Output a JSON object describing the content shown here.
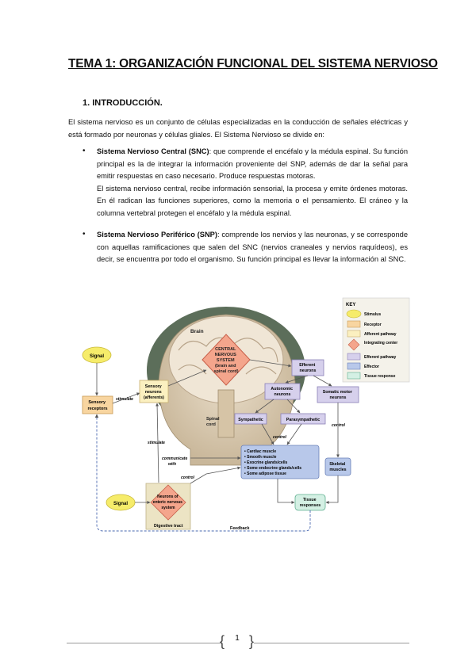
{
  "title": "TEMA 1: ORGANIZACIÓN FUNCIONAL DEL SISTEMA NERVIOSO",
  "section": "1.   INTRODUCCIÓN.",
  "intro": "El sistema nervioso es un conjunto de células especializadas en la conducción de señales eléctricas y está formado por neuronas y células gliales. El Sistema Nervioso se divide en:",
  "bullets": [
    {
      "term": "Sistema Nervioso Central (SNC)",
      "text": ": que comprende el encéfalo y la médula espinal. Su función principal es la de integrar la información proveniente del SNP, además de dar la señal para emitir respuestas en caso necesario. Produce respuestas motoras.",
      "text2": "El sistema nervioso central, recibe información sensorial, la procesa y emite órdenes motoras. En él radican las funciones superiores, como la memoria o el pensamiento. El cráneo y la columna vertebral protegen el encéfalo y la médula espinal."
    },
    {
      "term": "Sistema Nervioso Periférico (SNP)",
      "text": ": comprende los nervios y las neuronas, y se corresponde con aquellas ramificaciones que salen del SNC (nervios craneales y nervios raquídeos), es decir, se encuentra por todo el organismo. Su función principal es llevar la información al SNC."
    }
  ],
  "diagram": {
    "key_title": "KEY",
    "key_items": [
      "Stimulus",
      "Receptor",
      "Afferent pathway",
      "Integrating center",
      "Efferent pathway",
      "Effector",
      "Tissue response"
    ],
    "brain": "Brain",
    "cns": [
      "CENTRAL",
      "NERVOUS",
      "SYSTEM",
      "(brain and",
      "spinal cord)"
    ],
    "signal_top": "Signal",
    "sensory_receptors": [
      "Sensory",
      "receptors"
    ],
    "stimulate": "stimulate",
    "sensory_neurons": [
      "Sensory",
      "neurons",
      "(afferents)"
    ],
    "efferent_neurons": [
      "Efferent",
      "neurons"
    ],
    "autonomic": [
      "Autonomic",
      "neurons"
    ],
    "somatic": [
      "Somatic motor",
      "neurons"
    ],
    "spinal": [
      "Spinal",
      "cord"
    ],
    "sympathetic": "Sympathetic",
    "parasympathetic": "Parasympathetic",
    "control1": "control",
    "control2": "control",
    "control3": "control",
    "stimulate2": "stimulate",
    "communicate": [
      "communicate",
      "with"
    ],
    "effectors": [
      "• Cardiac muscle",
      "• Smooth muscle",
      "• Exocrine glands/cells",
      "• Some endocrine glands/cells",
      "• Some adipose tissue"
    ],
    "skeletal": [
      "Skeletal",
      "muscles"
    ],
    "signal_bottom": "Signal",
    "enteric": [
      "Neurons of",
      "enteric nervous",
      "system"
    ],
    "digestive": "Digestive tract",
    "tissue": [
      "Tissue",
      "responses"
    ],
    "feedback": "Feedback"
  },
  "page_number": "1"
}
